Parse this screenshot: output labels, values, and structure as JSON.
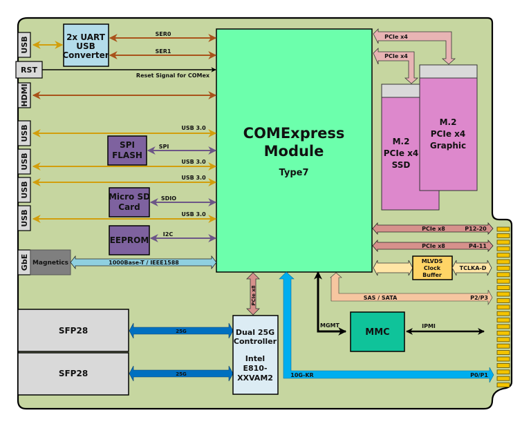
{
  "colors": {
    "board": "#c6d6a0",
    "module": "#6cffac",
    "uart_box": "#b3dcea",
    "purple_box": "#7e629f",
    "connector": "#d9d9d9",
    "magnetics": "#7f7f7f",
    "m2": "#dd88cc",
    "controller": "#dcecf4",
    "mmc": "#0fc39a",
    "clock_buffer": "#ffd466",
    "gold": "#f4c400",
    "ser": "#a9521a",
    "usb": "#d29e0c",
    "spi": "#6c5687",
    "pcie_pink": "#e8b4b4",
    "pcie_dark": "#d6918c",
    "clock_arrow": "#ffe6a6",
    "sas": "#f6c6a0",
    "blue_light": "#00aeef",
    "blue_dark": "#0070c0",
    "gbe": "#8fd0e0"
  },
  "module": {
    "title_line1": "COMExpress",
    "title_line2": "Module",
    "subtitle": "Type7"
  },
  "left_connectors": [
    {
      "label": "USB"
    },
    {
      "label": "RST"
    },
    {
      "label": "HDMI"
    },
    {
      "label": "USB"
    },
    {
      "label": "USB"
    },
    {
      "label": "USB"
    },
    {
      "label": "USB"
    },
    {
      "label": "GbE"
    }
  ],
  "uart": {
    "line1": "2x UART",
    "line2": "USB",
    "line3": "Converter"
  },
  "spi_flash": {
    "line1": "SPI",
    "line2": "FLASH"
  },
  "sd_card": {
    "line1": "Micro SD",
    "line2": "Card"
  },
  "eeprom": {
    "label": "EEPROM"
  },
  "magnetics": {
    "label": "Magnetics"
  },
  "signals": {
    "ser0": "SER0",
    "ser1": "SER1",
    "reset": "Reset Signal for COMex",
    "usb30": "USB 3.0",
    "spi": "SPI",
    "sdio": "SDIO",
    "i2c": "I2C",
    "gbe": "1000Base-T / IEEE1588",
    "pcie_x4": "PCIe x4",
    "pcie_x8": "PCIe x8",
    "p12_20": "P12-20",
    "p4_11": "P4-11",
    "tclka": "TCLKA-D",
    "sas": "SAS / SATA",
    "p2p3": "P2/P3",
    "mgmt": "MGMT",
    "ipmi": "IPMI",
    "kr": "10G-KR",
    "p0p1": "P0/P1",
    "g25": "25G"
  },
  "m2_ssd": {
    "line1": "M.2",
    "line2": "PCIe x4",
    "line3": "SSD"
  },
  "m2_graphic": {
    "line1": "M.2",
    "line2": "PCIe x4",
    "line3": "Graphic"
  },
  "clock_buffer": {
    "line1": "MLVDS",
    "line2": "Clock",
    "line3": "Buffer"
  },
  "mmc": {
    "label": "MMC"
  },
  "sfp": [
    {
      "label": "SFP28"
    },
    {
      "label": "SFP28"
    }
  ],
  "controller": {
    "line1": "Dual 25G",
    "line2": "Controller",
    "line3": "Intel",
    "line4": "E810-",
    "line5": "XXVAM2"
  },
  "edge_connector": {
    "pad_count": 25
  }
}
